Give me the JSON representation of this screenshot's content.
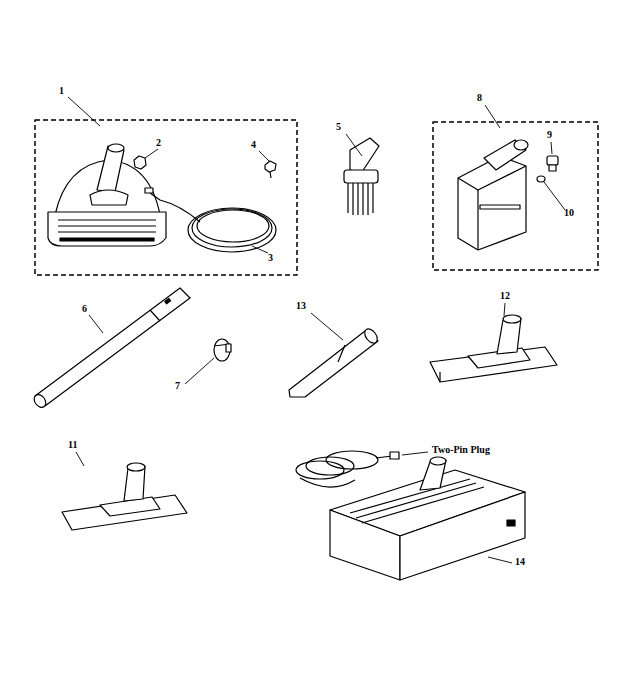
{
  "diagram": {
    "labels": [
      "1",
      "2",
      "4",
      "5",
      "8",
      "9",
      "10",
      "3",
      "6",
      "7",
      "13",
      "12",
      "11",
      "Two-Pin Plug",
      "14"
    ]
  }
}
